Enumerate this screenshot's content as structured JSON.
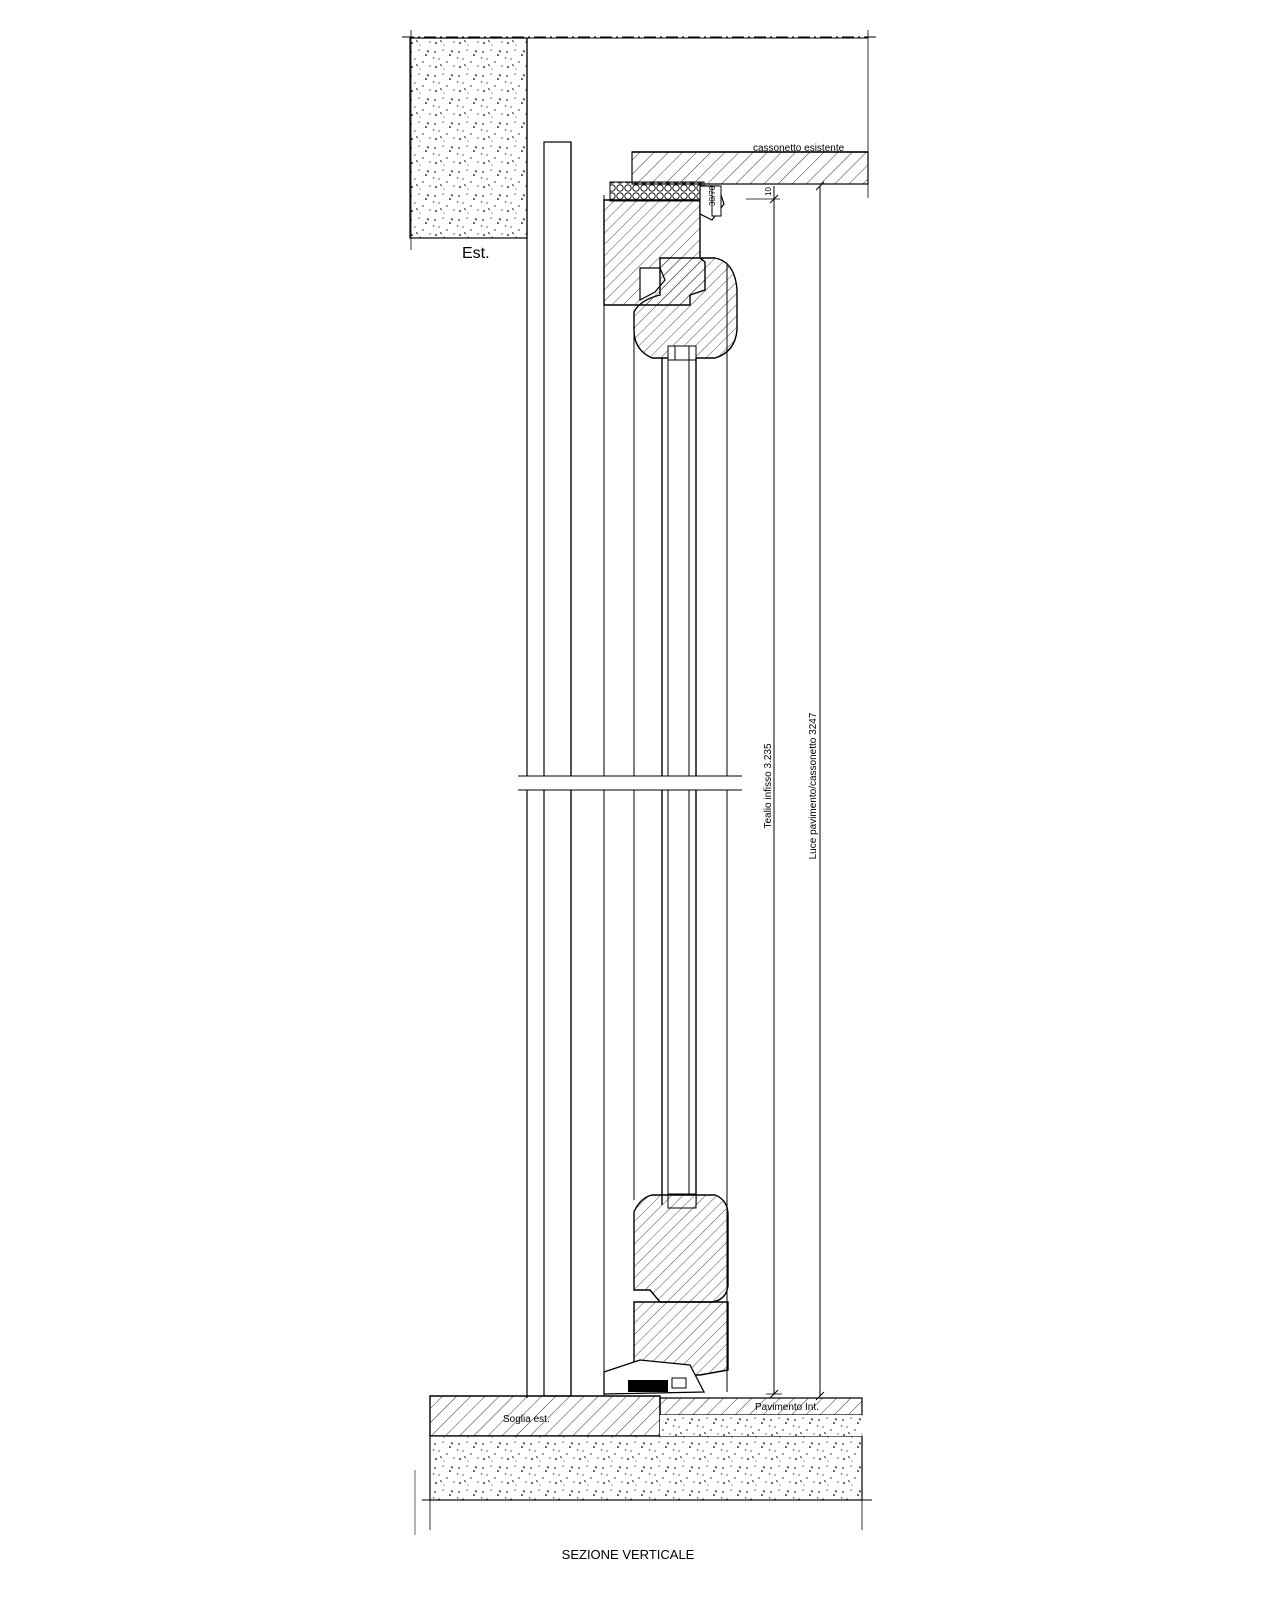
{
  "labels": {
    "exterior": "Est.",
    "existing_box": "cassonetto esistente",
    "small_dim": "30/70",
    "dim_small_top": "10",
    "frame_height": "Tealio infisso 3.235",
    "floor_to_box": "Luce pavimento/cassonetto 3247",
    "threshold_ext": "Soglia est.",
    "floor_int": "Pavimento Int.",
    "section_title": "SEZIONE VERTICALE"
  }
}
